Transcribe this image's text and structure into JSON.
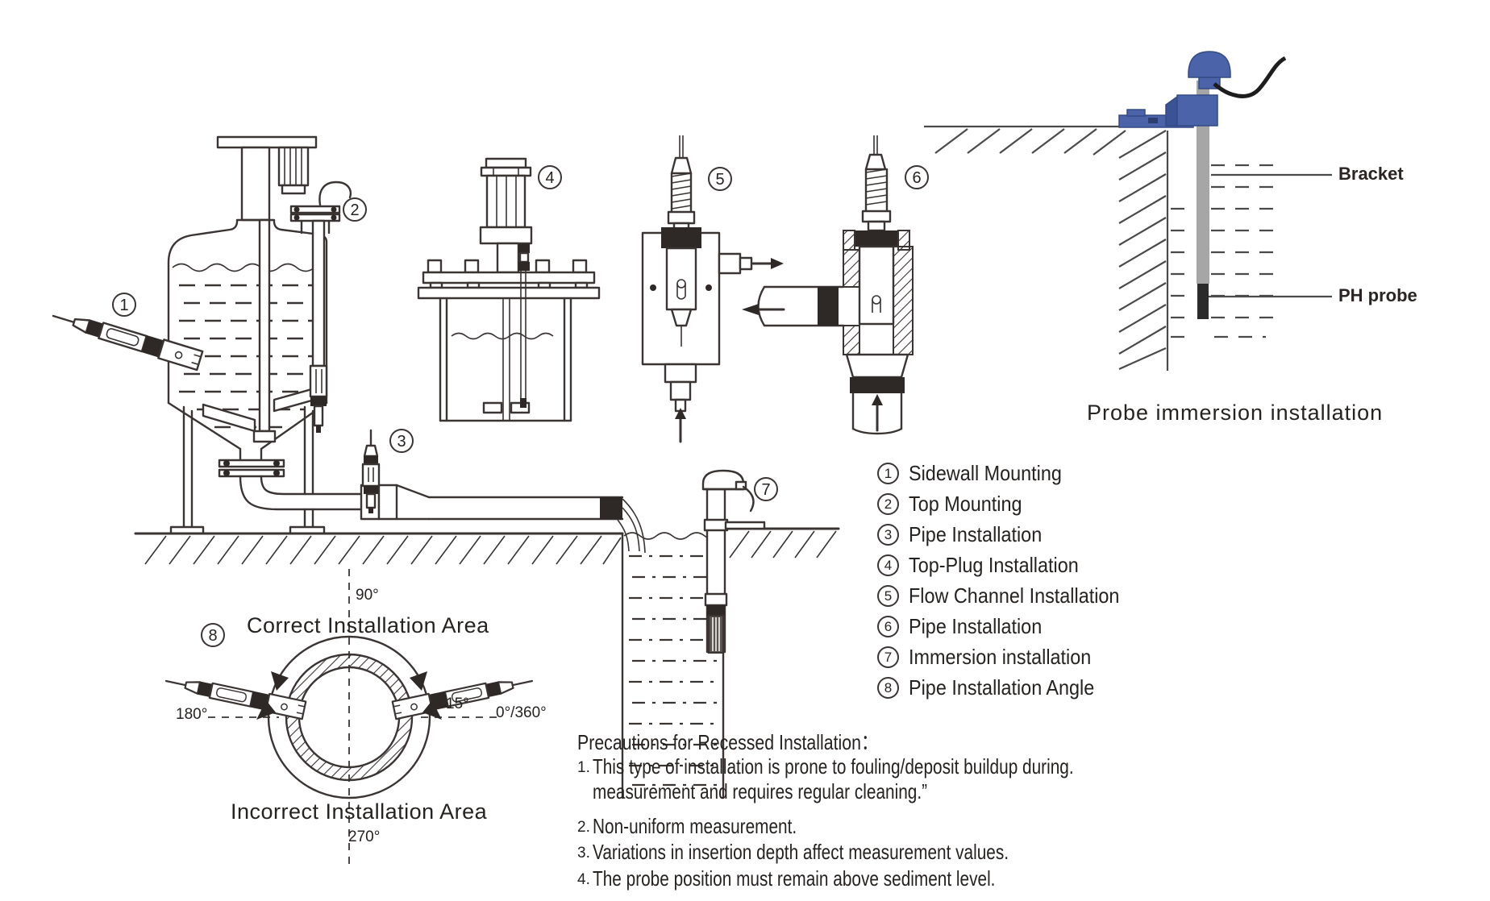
{
  "callouts": [
    "1",
    "2",
    "3",
    "4",
    "5",
    "6",
    "7",
    "8"
  ],
  "immersion_photo": {
    "bracket_label": "Bracket",
    "ph_probe_label": "PH probe",
    "caption": "Probe immersion installation"
  },
  "angle_diagram": {
    "top_angle": "90°",
    "left_angle": "180°",
    "probe_angle": "15°",
    "right_angle": "0°/360°",
    "bottom_angle": "270°",
    "correct_label": "Correct Installation Area",
    "incorrect_label": "Incorrect Installation Area"
  },
  "legend": {
    "items": [
      {
        "num": "1",
        "label": "Sidewall Mounting"
      },
      {
        "num": "2",
        "label": "Top Mounting"
      },
      {
        "num": "3",
        "label": "Pipe Installation"
      },
      {
        "num": "4",
        "label": "Top-Plug Installation"
      },
      {
        "num": "5",
        "label": "Flow Channel Installation"
      },
      {
        "num": "6",
        "label": "Pipe Installation"
      },
      {
        "num": "7",
        "label": "Immersion installation"
      },
      {
        "num": "8",
        "label": "Pipe Installation Angle"
      }
    ]
  },
  "precautions": {
    "title": "Precautions for Recessed Installation：",
    "items": [
      {
        "num": "1.",
        "line1": "This type of installation is prone to fouling/deposit buildup during.",
        "line2": "measurement and requires regular cleaning.”"
      },
      {
        "num": "2.",
        "line1": "Non-uniform measurement."
      },
      {
        "num": "3.",
        "line1": "Variations in insertion depth affect measurement values."
      },
      {
        "num": "4.",
        "line1": "The probe position must remain above sediment level."
      }
    ]
  },
  "colors": {
    "line": "#3a3433",
    "accent_blue": "#4a63a9",
    "pole_gray": "#a6a6a6",
    "text": "#262220"
  }
}
